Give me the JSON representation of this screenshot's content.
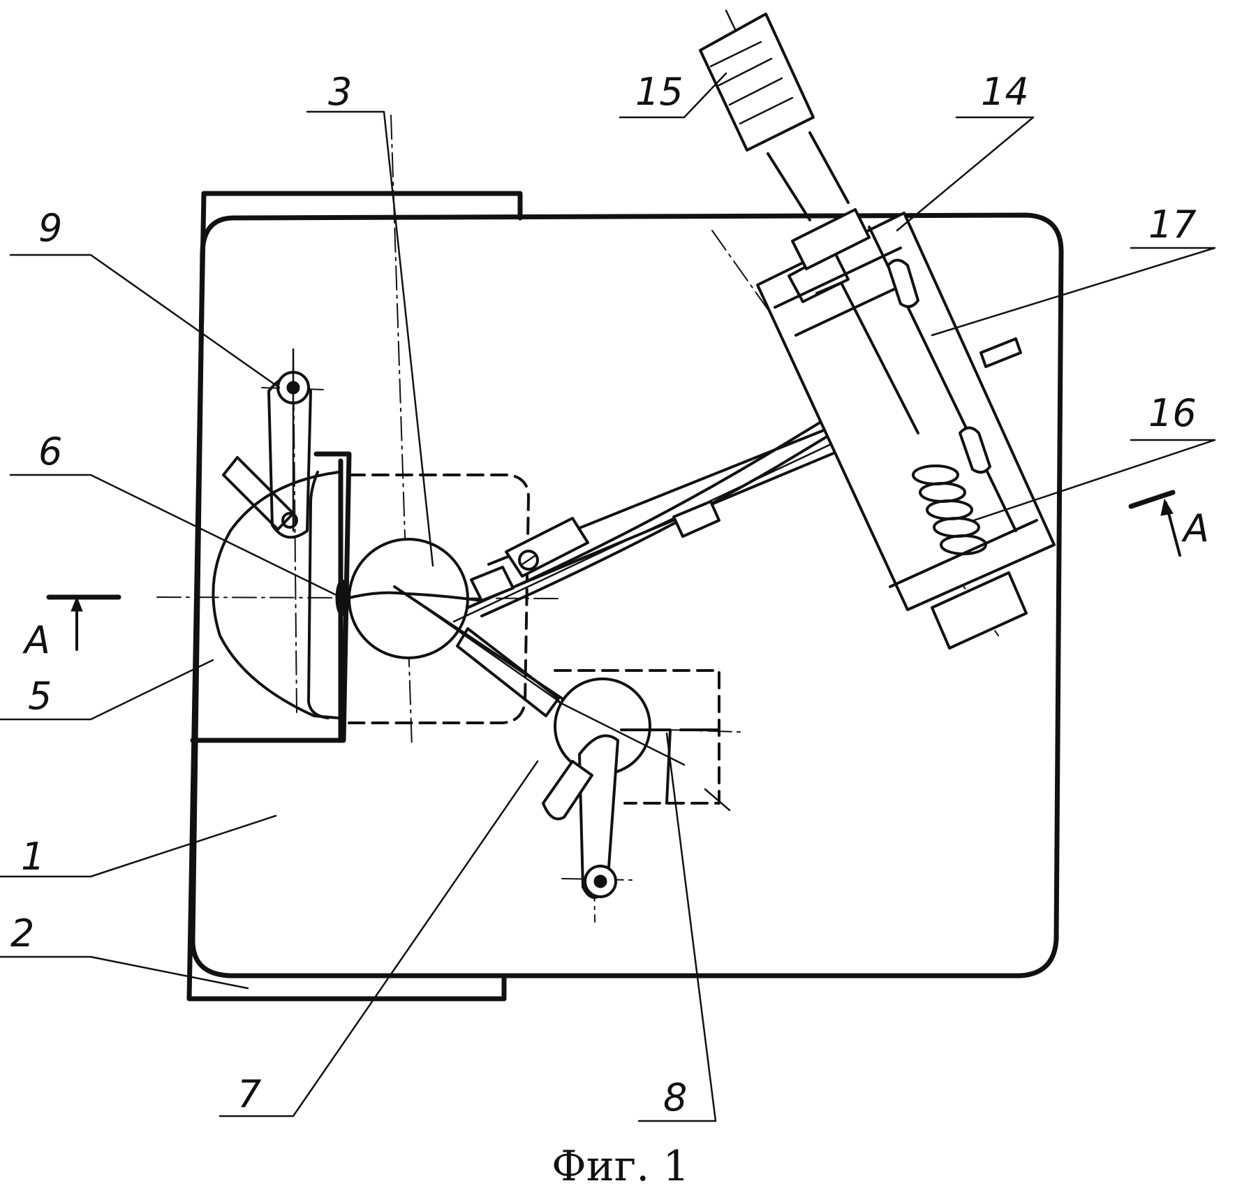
{
  "figure": {
    "caption": "Фиг. 1",
    "section_mark": "А",
    "labels": {
      "l1": "1",
      "l2": "2",
      "l3": "3",
      "l5": "5",
      "l6": "6",
      "l7": "7",
      "l8": "8",
      "l9": "9",
      "l14": "14",
      "l15": "15",
      "l16": "16",
      "l17": "17"
    }
  }
}
